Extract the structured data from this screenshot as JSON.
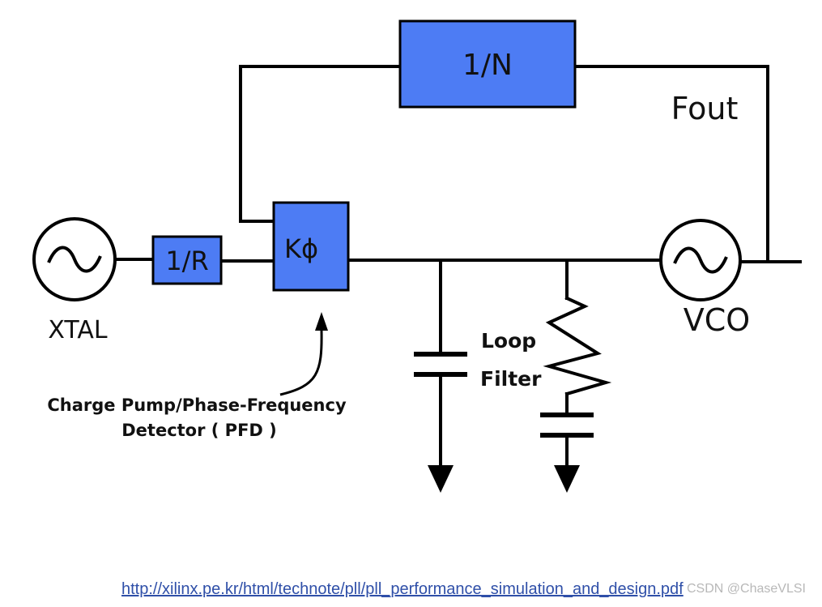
{
  "diagram": {
    "blocks": {
      "divider_n": "1/N",
      "divider_r": "1/R",
      "pfd": "Kϕ"
    },
    "labels": {
      "fout": "Fout",
      "xtal": "XTAL",
      "vco": "VCO",
      "loop_filter_line1": "Loop",
      "loop_filter_line2": "Filter",
      "pfd_caption_line1": "Charge Pump/Phase-Frequency",
      "pfd_caption_line2": "Detector ( PFD )"
    },
    "colors": {
      "block_fill": "#4d7cf4",
      "wire": "#000000"
    }
  },
  "footer": {
    "source_url": "http://xilinx.pe.kr/html/technote/pll/pll_performance_simulation_and_design.pdf",
    "watermark": "CSDN @ChaseVLSI"
  }
}
